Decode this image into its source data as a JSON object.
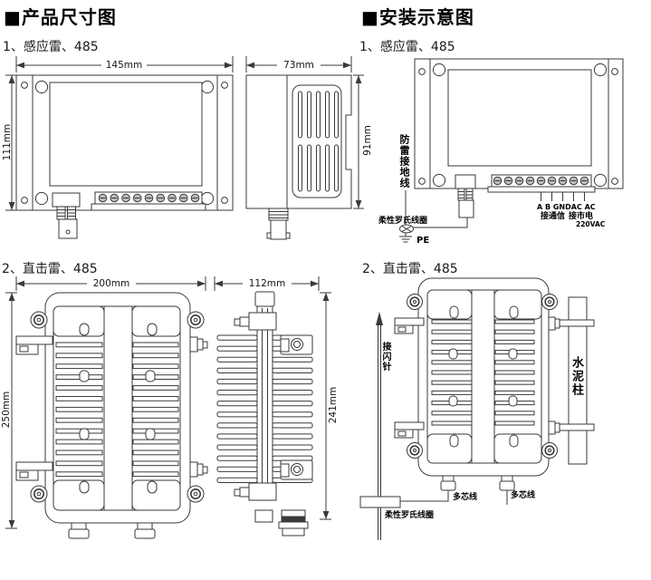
{
  "colors": {
    "line": "#3a3a3a",
    "text": "#000000",
    "terminal_fill": "#bdbdbd",
    "background": "#ffffff"
  },
  "sections": {
    "product": {
      "title": "■产品尺寸图",
      "item1": "1、感应雷、485",
      "item2": "2、直击雷、485"
    },
    "install": {
      "title": "■安装示意图",
      "item1": "1、感应雷、485",
      "item2": "2、直击雷、485"
    }
  },
  "product_dims": {
    "sensor": {
      "front_width": "145mm",
      "front_height": "111mm",
      "side_width": "73mm",
      "side_height": "91mm"
    },
    "direct": {
      "front_width": "200mm",
      "front_height": "250mm",
      "side_width": "112mm",
      "side_height": "241mm"
    }
  },
  "install_sensor": {
    "ground_wire": "防雷接地线",
    "coil": "柔性罗氏线圈",
    "pe": "PE",
    "terminals": "A  B GNDAC AC",
    "comm": "接通信",
    "mains": "接市电",
    "voltage": "220VAC"
  },
  "install_direct": {
    "rod": "接闪针",
    "pole": "水泥柱",
    "wire1": "多芯线",
    "wire2": "多芯线",
    "coil": "柔性罗氏线圈"
  }
}
